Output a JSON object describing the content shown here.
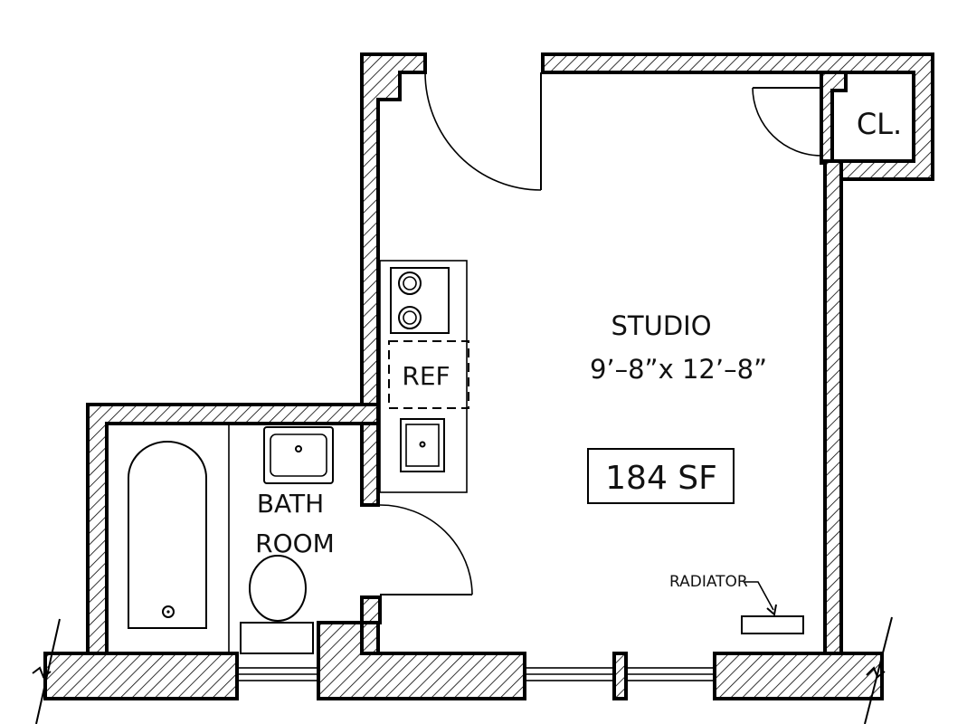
{
  "rooms": {
    "studio": {
      "name": "STUDIO",
      "dims": "9’–8”x  12’–8”"
    },
    "bath": {
      "line1": "BATH",
      "line2": "ROOM"
    },
    "closet": {
      "label": "CL."
    }
  },
  "fixtures": {
    "ref": "REF",
    "radiator": "RADIATOR"
  },
  "area": {
    "label": "184  SF"
  }
}
